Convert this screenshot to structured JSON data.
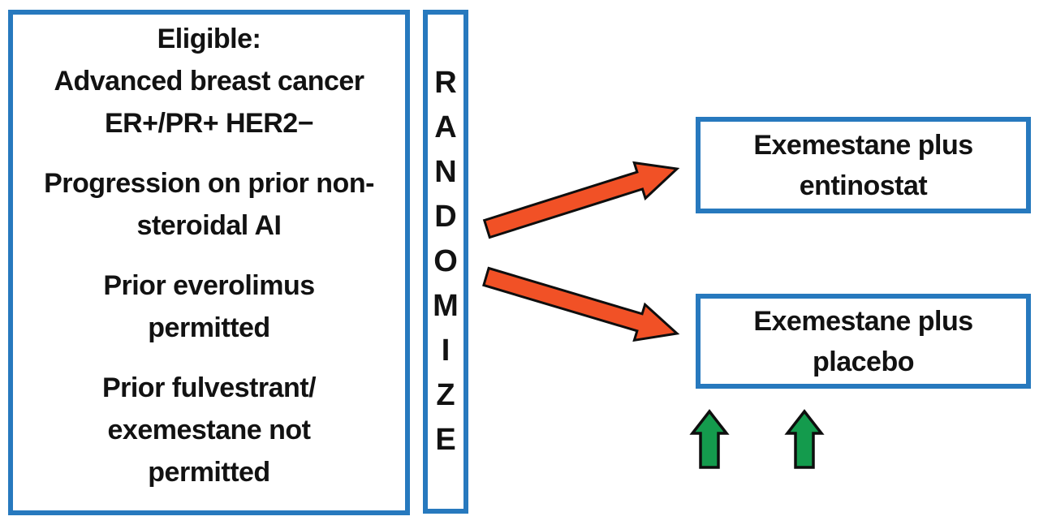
{
  "colors": {
    "box_border": "#2779BE",
    "arrow_orange": "#F15126",
    "arrow_green": "#149B4D",
    "outline_black": "#0E0E0E",
    "text": "#121212",
    "background": "#FFFFFF"
  },
  "eligibility": {
    "paragraphs": [
      {
        "lines": [
          "Eligible:",
          "Advanced breast cancer",
          "ER+/PR+ HER2−"
        ]
      },
      {
        "lines": [
          "Progression on prior non-",
          "steroidal AI"
        ]
      },
      {
        "lines": [
          "Prior everolimus",
          "permitted"
        ]
      },
      {
        "lines": [
          "Prior fulvestrant/",
          "exemestane not",
          "permitted"
        ]
      }
    ]
  },
  "randomize": {
    "word": "RANDOMIZE",
    "letters": [
      "R",
      "A",
      "N",
      "D",
      "O",
      "M",
      "I",
      "Z",
      "E"
    ]
  },
  "arms": [
    {
      "name": "exemestane-plus-entinostat",
      "lines": [
        "Exemestane plus",
        "entinostat"
      ]
    },
    {
      "name": "exemestane-plus-placebo",
      "lines": [
        "Exemestane plus",
        "placebo"
      ]
    }
  ],
  "icons": {
    "randomization_arrow_top": "orange-right-up-arrow",
    "randomization_arrow_bottom": "orange-right-down-arrow",
    "highlight_arrow_left": "green-up-arrow",
    "highlight_arrow_right": "green-up-arrow"
  }
}
